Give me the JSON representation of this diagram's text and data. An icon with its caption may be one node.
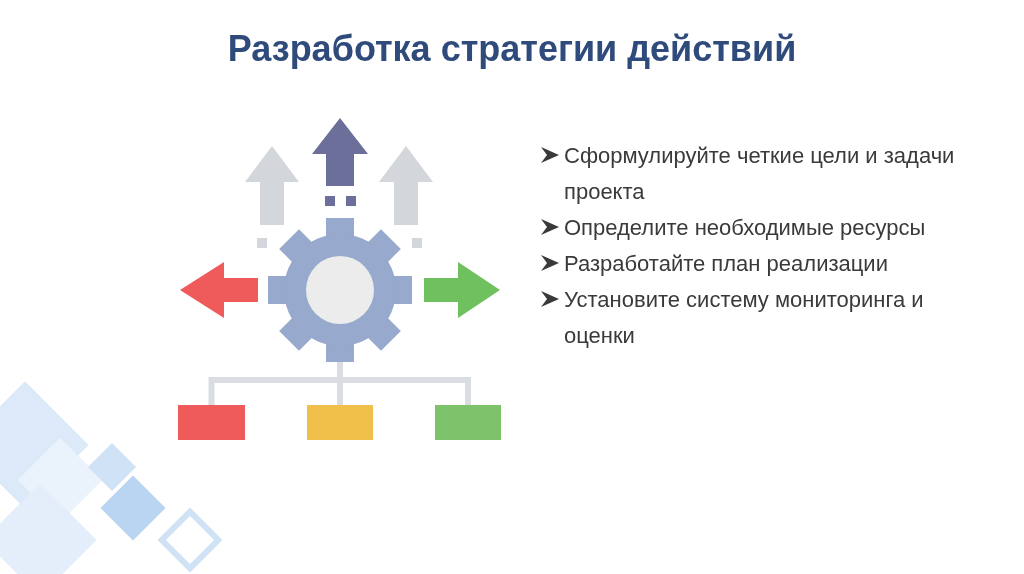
{
  "diagram": {
    "title": "Разработка стратегии действий",
    "nodes": [
      {
        "text": [],
        "shape": "gear"
      },
      {
        "text": [],
        "shape": "box"
      },
      {
        "text": [],
        "shape": "box"
      },
      {
        "text": [],
        "shape": "box"
      }
    ],
    "edges": [
      {
        "from": 0,
        "to": 1,
        "arrow": "none"
      },
      {
        "from": 0,
        "to": 2,
        "arrow": "none"
      },
      {
        "from": 0,
        "to": 3,
        "arrow": "none"
      }
    ],
    "labels": [
      "Сформулируйте четкие цели и задачи проекта",
      "Определите необходимые ресурсы",
      "Разработайте план реализации",
      "Установите систему мониторинга и оценки"
    ]
  }
}
